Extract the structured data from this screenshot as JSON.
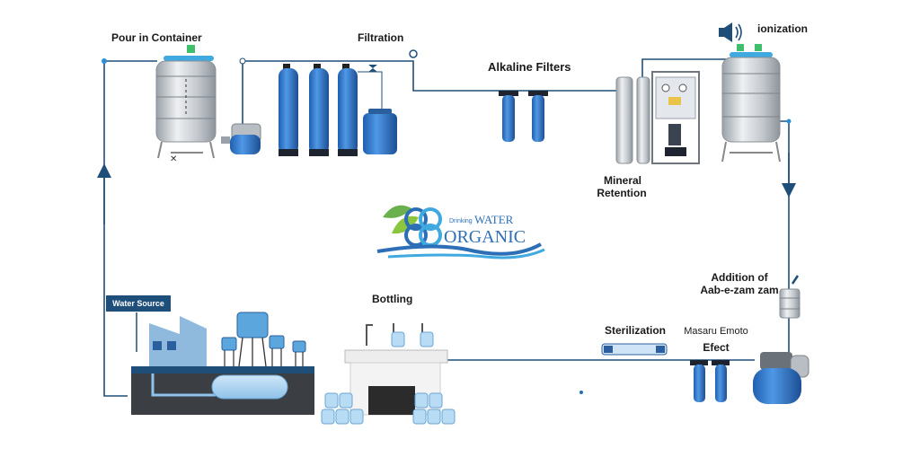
{
  "labels": {
    "pour_in_container": "Pour in Container",
    "filtration": "Filtration",
    "alkaline_filters": "Alkaline Filters",
    "ionization": "ionization",
    "mineral_retention_1": "Mineral",
    "mineral_retention_2": "Retention",
    "addition_1": "Addition of",
    "addition_2": "Aab-e-zam zam",
    "bottling": "Bottling",
    "sterilization": "Sterilization",
    "masaru_1": "Masaru Emoto",
    "masaru_2": "Efect",
    "water_source": "Water Source"
  },
  "logo": {
    "small_text": "Drinking",
    "word1": "WATER",
    "word2": "ORGANIC"
  },
  "colors": {
    "pipe": "#1f4e79",
    "tank_blue": "#3a7fd0",
    "steel": "#c9ced3",
    "logo_blue": "#2d6fb7",
    "leaf_green": "#6ab04c"
  }
}
